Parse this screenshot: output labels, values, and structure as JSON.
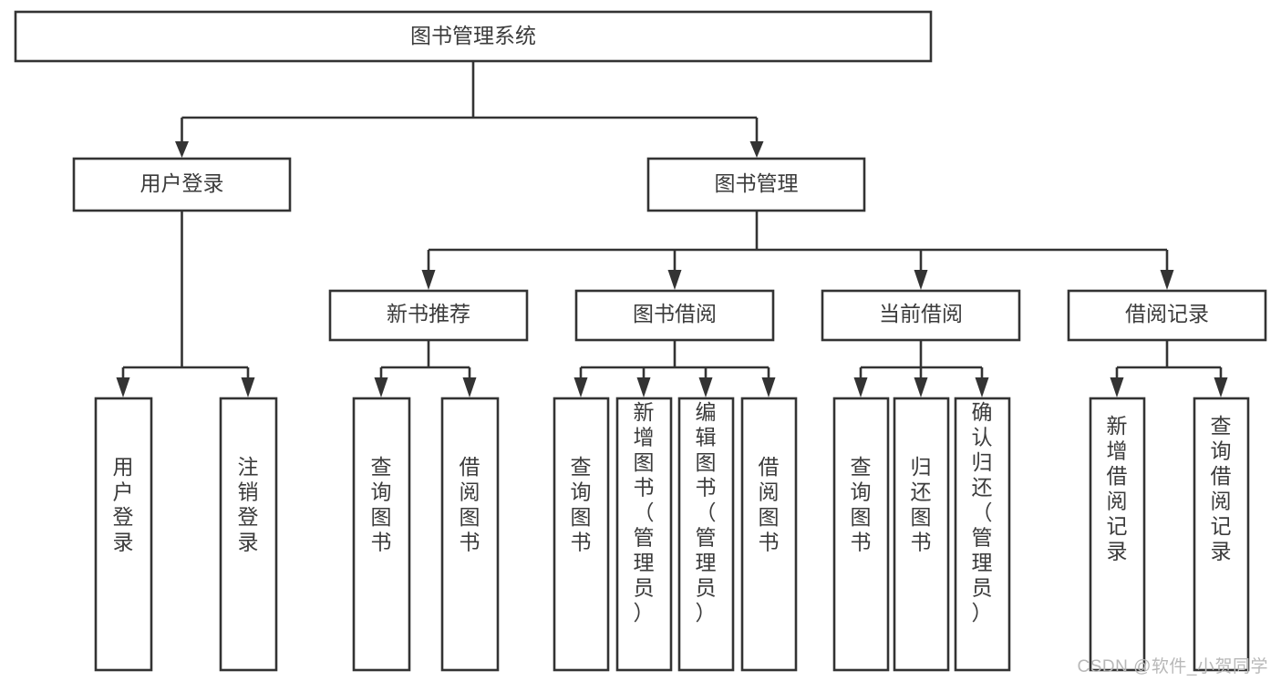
{
  "diagram": {
    "title": "图书管理系统",
    "type": "tree-hierarchy-diagram",
    "colors": {
      "stroke": "#333333",
      "box_fill": "#ffffff",
      "text": "#3b3b3b",
      "background": "#ffffff",
      "watermark": "#b8b8b8"
    },
    "root": {
      "label": "图书管理系统"
    },
    "level2": [
      {
        "label": "用户登录"
      },
      {
        "label": "图书管理"
      }
    ],
    "level3": [
      {
        "label": "新书推荐"
      },
      {
        "label": "图书借阅"
      },
      {
        "label": "当前借阅"
      },
      {
        "label": "借阅记录"
      }
    ],
    "leaves": [
      {
        "label": "用户登录",
        "parent": "用户登录"
      },
      {
        "label": "注销登录",
        "parent": "用户登录"
      },
      {
        "label": "查询图书",
        "parent": "新书推荐"
      },
      {
        "label": "借阅图书",
        "parent": "新书推荐"
      },
      {
        "label": "查询图书",
        "parent": "图书借阅"
      },
      {
        "label": "新增图书（管理员）",
        "parent": "图书借阅"
      },
      {
        "label": "编辑图书（管理员）",
        "parent": "图书借阅"
      },
      {
        "label": "借阅图书",
        "parent": "图书借阅"
      },
      {
        "label": "查询图书",
        "parent": "当前借阅"
      },
      {
        "label": "归还图书",
        "parent": "当前借阅"
      },
      {
        "label": "确认归还（管理员）",
        "parent": "当前借阅"
      },
      {
        "label": "新增借阅记录",
        "parent": "借阅记录"
      },
      {
        "label": "查询借阅记录",
        "parent": "借阅记录"
      }
    ],
    "watermark": "CSDN @软件_小贺同学"
  }
}
